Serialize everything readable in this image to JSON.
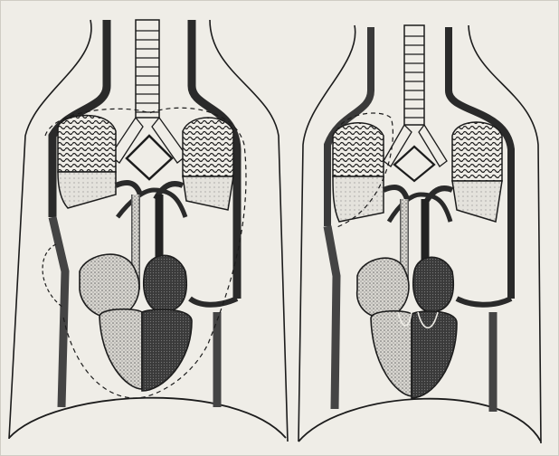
{
  "figure": {
    "panels": [
      {
        "id": "left",
        "description_shape": "torso outline with trachea, lungs, heart and great vessels",
        "shading": {
          "venous": "stipple",
          "arterial": "dark",
          "lung_upper": "wavy",
          "lung_lower": "stipple"
        },
        "has_dashed_boundary": true
      },
      {
        "id": "right",
        "description_shape": "torso outline with trachea, lungs, heart and great vessels",
        "shading": {
          "venous": "stipple",
          "arterial": "dark",
          "lung_upper": "wavy",
          "lung_lower": "stipple"
        },
        "has_dashed_boundary": true
      }
    ]
  },
  "colors": {
    "paper": "#efede7",
    "ink": "#1c1c1c",
    "stipple": "#8d8d8d",
    "dark_fill": "#2d2d2d"
  }
}
